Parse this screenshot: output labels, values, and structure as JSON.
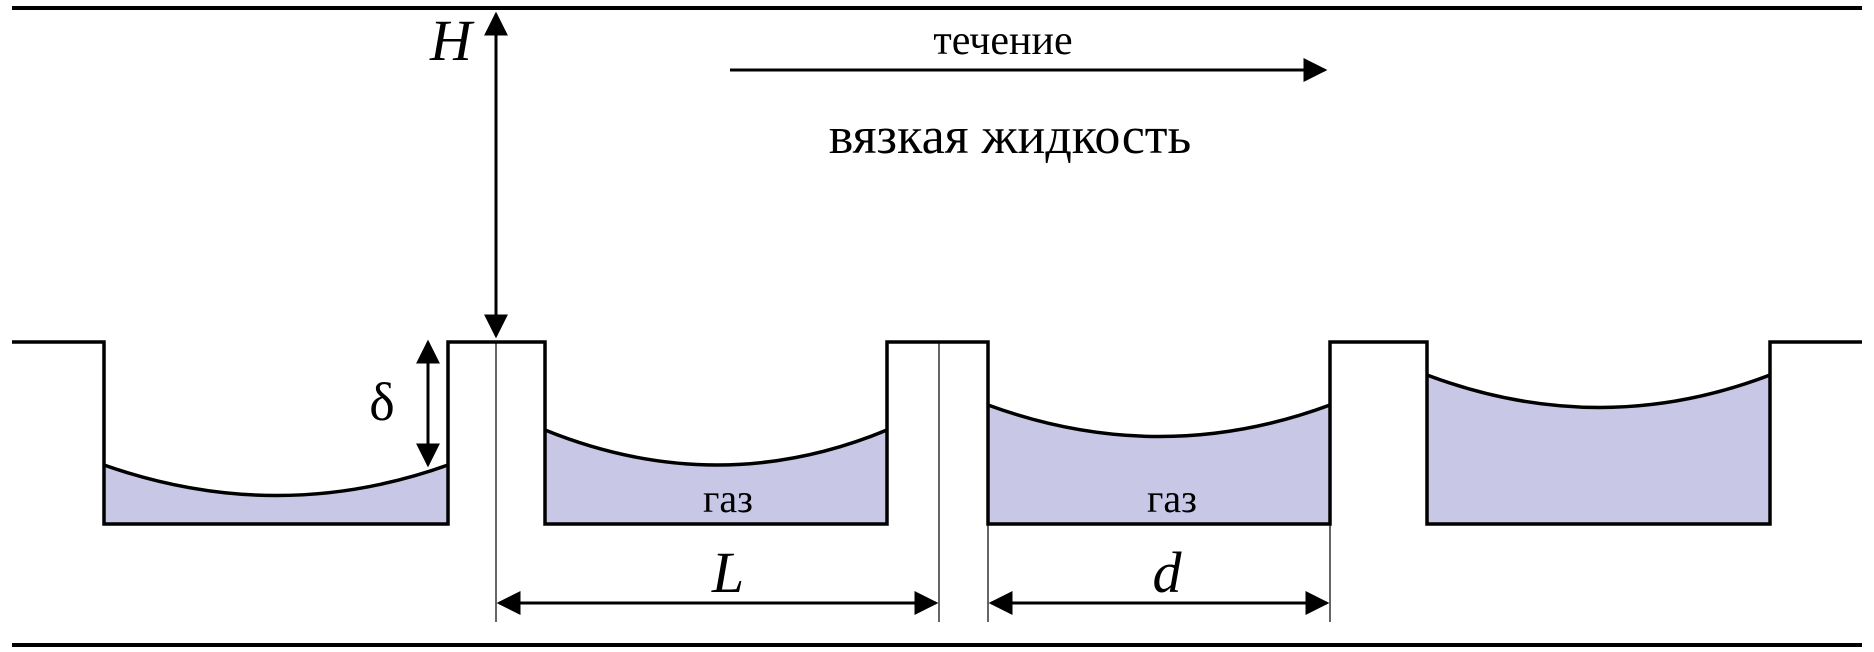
{
  "labels": {
    "flow": "течение",
    "fluid": "вязкая жидкость",
    "gas_1": "газ",
    "gas_2": "газ",
    "height": "H",
    "depth": "δ",
    "period": "L",
    "width": "d"
  },
  "colors": {
    "gas_fill": "#c8c8e6",
    "stroke": "#000000",
    "background": "#ffffff"
  }
}
